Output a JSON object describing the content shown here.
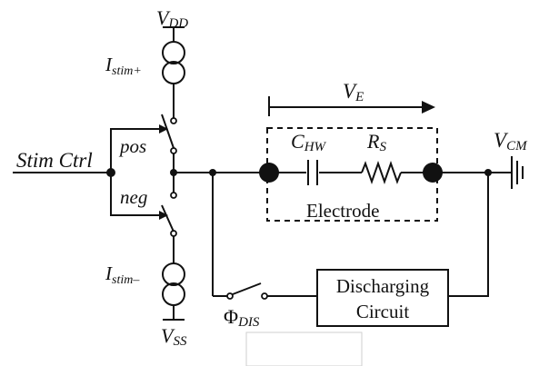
{
  "labels": {
    "vdd": "V",
    "vdd_sub": "DD",
    "vss": "V",
    "vss_sub": "SS",
    "istim_plus": "I",
    "istim_plus_sub": "stim+",
    "istim_minus": "I",
    "istim_minus_sub": "stim–",
    "stim_ctrl": "Stim Ctrl",
    "pos": "pos",
    "neg": "neg",
    "ve": "V",
    "ve_sub": "E",
    "chw": "C",
    "chw_sub": "HW",
    "rs": "R",
    "rs_sub": "S",
    "electrode": "Electrode",
    "vcm": "V",
    "vcm_sub": "CM",
    "phi": "Φ",
    "phi_sub": "DIS",
    "discharging_line1": "Discharging",
    "discharging_line2": "Circuit"
  }
}
